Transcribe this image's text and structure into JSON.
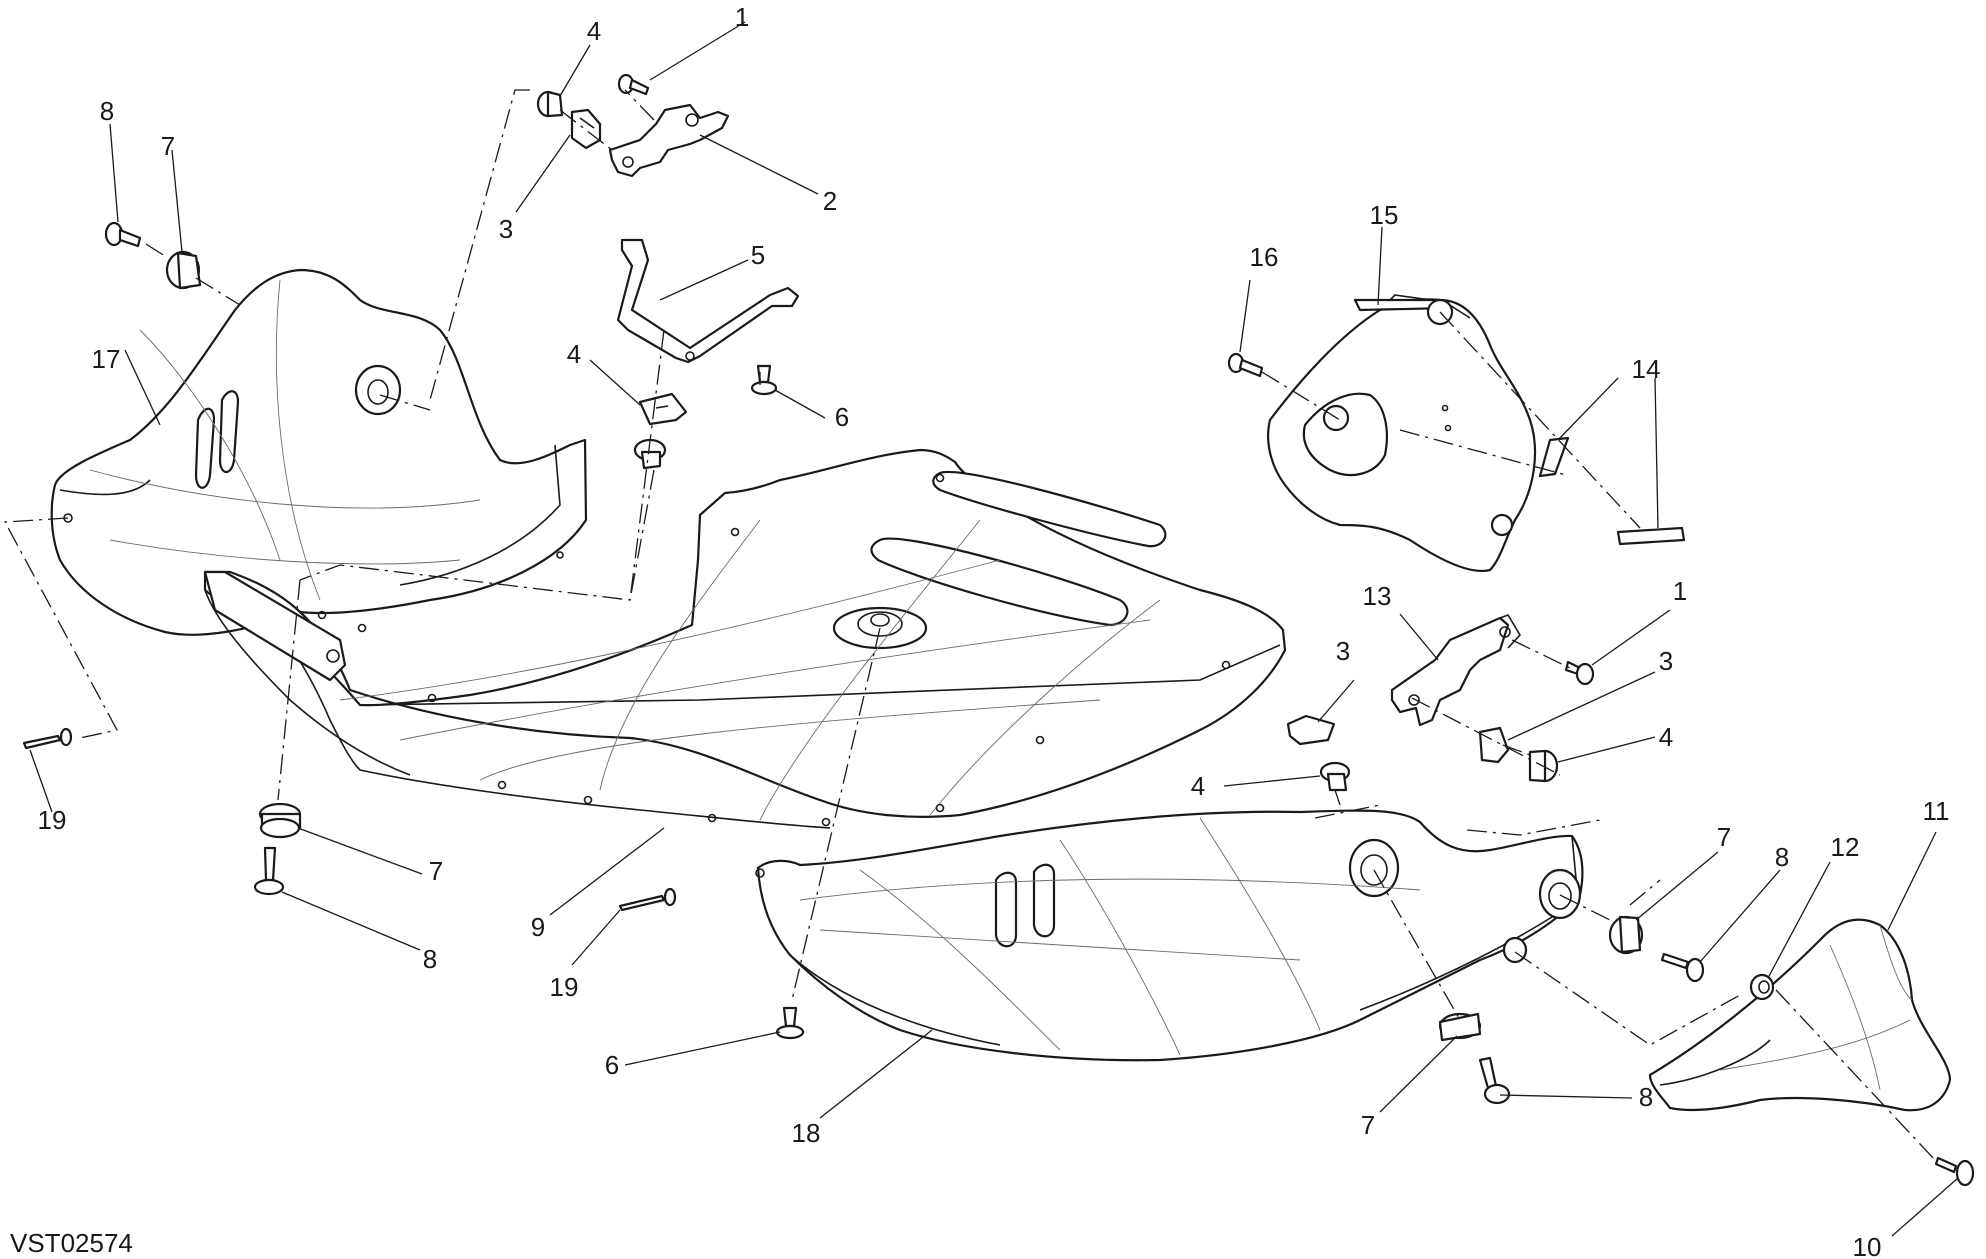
{
  "drawing_code": "VST02574",
  "callouts": {
    "c1a": "1",
    "c1b": "1",
    "c2": "2",
    "c3a": "3",
    "c3b": "3",
    "c3c": "3",
    "c4a": "4",
    "c4b": "4",
    "c4c": "4",
    "c4d": "4",
    "c5": "5",
    "c6a": "6",
    "c6b": "6",
    "c7a": "7",
    "c7b": "7",
    "c7c": "7",
    "c7d": "7",
    "c8a": "8",
    "c8b": "8",
    "c8c": "8",
    "c8d": "8",
    "c9": "9",
    "c10": "10",
    "c11": "11",
    "c12": "12",
    "c13": "13",
    "c14": "14",
    "c15": "15",
    "c16": "16",
    "c17": "17",
    "c18": "18",
    "c19a": "19",
    "c19b": "19"
  }
}
